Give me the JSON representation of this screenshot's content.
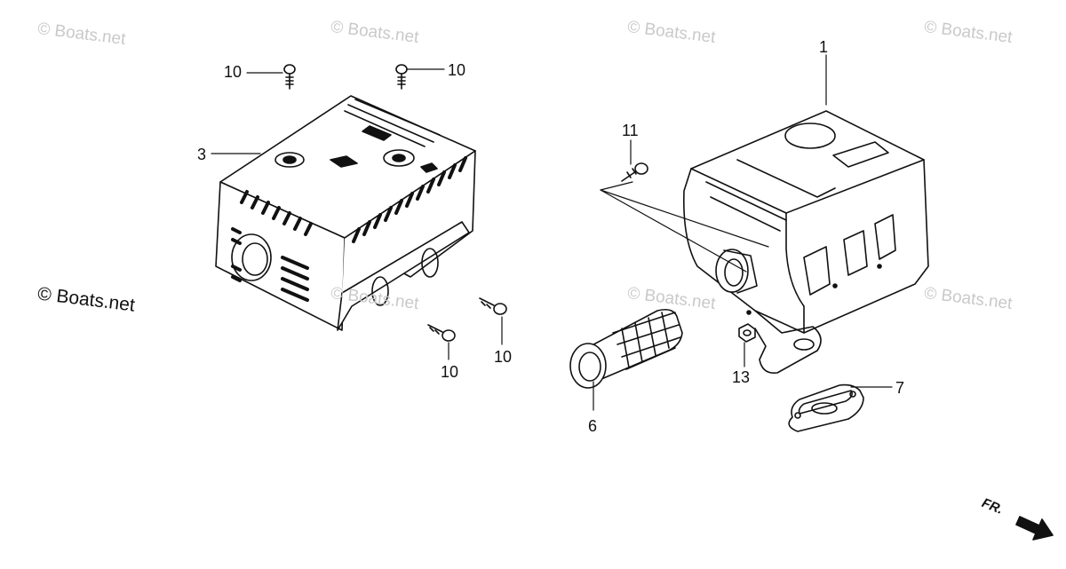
{
  "watermark": {
    "text": "© Boats.net"
  },
  "callouts": {
    "c1": "1",
    "c3": "3",
    "c6": "6",
    "c7": "7",
    "c10a": "10",
    "c10b": "10",
    "c10c": "10",
    "c10d": "10",
    "c11": "11",
    "c13": "13"
  },
  "direction": {
    "label": "FR."
  },
  "colors": {
    "line": "#111111",
    "watermark": "#c9c9c9",
    "background": "#ffffff"
  }
}
